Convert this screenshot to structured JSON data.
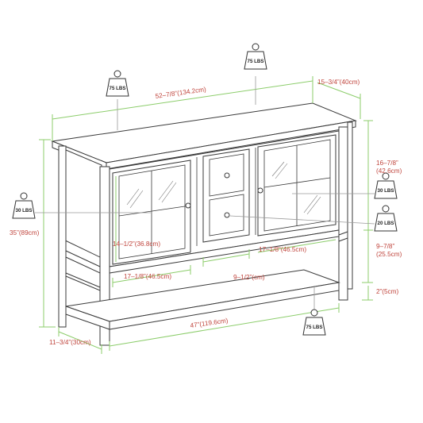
{
  "dimensions": {
    "width": "52–7/8”(134.2cm)",
    "depth": "15–3/4”(40cm)",
    "height": "35”(89cm)",
    "upper_height": "16–7/8”\n(42.6cm)",
    "shelf_height": "9–7/8”\n(25.5cm)",
    "leg_height": "2”(5cm)",
    "bottom_width": "47”(119.6cm)",
    "foot_depth": "11–3/4”(30cm)",
    "door_width": "17–1/8”(46.5cm)",
    "door_width_right": "17–1/8”(46.5cm)",
    "door_height": "14–1/2”(36.8cm)",
    "drawer_width": "9–1/2”(cm)"
  },
  "weights": {
    "top_center": "75 LBS",
    "top_left": "75 LBS",
    "left_door": "30 LBS",
    "right_door": "30 LBS",
    "right_drawer": "20 LBS",
    "bottom_shelf": "75 LBS"
  },
  "colors": {
    "line_accent": "#8ccd6b",
    "dimension_text": "#c0453d",
    "outline": "#3a3a3a"
  }
}
